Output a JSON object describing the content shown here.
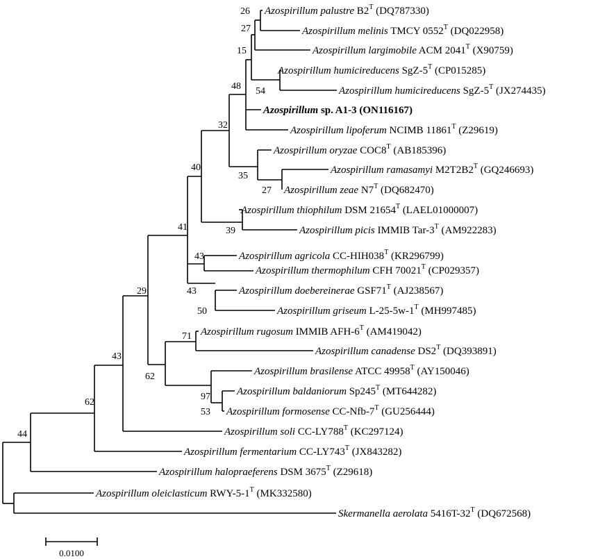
{
  "tree": {
    "taxa": [
      {
        "id": "t1",
        "genus": "Azospirillum",
        "species": "palustre",
        "strain": "B2",
        "type_strain": true,
        "accession": "(DQ787330)",
        "highlight": false
      },
      {
        "id": "t2",
        "genus": "Azospirillum",
        "species": "melinis",
        "strain": "TMCY 0552",
        "type_strain": true,
        "accession": "(DQ022958)",
        "highlight": false
      },
      {
        "id": "t3",
        "genus": "Azospirillum",
        "species": "largimobile",
        "strain": "ACM 2041",
        "type_strain": true,
        "accession": "(X90759)",
        "highlight": false
      },
      {
        "id": "t4",
        "genus": "Azospirillum",
        "species": "humicireducens",
        "strain": "SgZ-5",
        "type_strain": true,
        "accession": "(CP015285)",
        "highlight": false
      },
      {
        "id": "t5",
        "genus": "Azospirillum",
        "species": "humicireducens",
        "strain": "SgZ-5",
        "type_strain": true,
        "accession": "(JX274435)",
        "highlight": false
      },
      {
        "id": "t6",
        "genus": "Azospirillum",
        "species": "",
        "strain": "sp. A1-3",
        "type_strain": false,
        "accession": "(ON116167)",
        "highlight": true
      },
      {
        "id": "t7",
        "genus": "Azospirillum",
        "species": "lipoferum",
        "strain": "NCIMB 11861",
        "type_strain": true,
        "accession": "(Z29619)",
        "highlight": false
      },
      {
        "id": "t8",
        "genus": "Azospirillum",
        "species": "oryzae",
        "strain": "COC8",
        "type_strain": true,
        "accession": "(AB185396)",
        "highlight": false
      },
      {
        "id": "t9",
        "genus": "Azospirillum",
        "species": "ramasamyi",
        "strain": "M2T2B2",
        "type_strain": true,
        "accession": "(GQ246693)",
        "highlight": false
      },
      {
        "id": "t10",
        "genus": "Azospirillum",
        "species": "zeae",
        "strain": "N7",
        "type_strain": true,
        "accession": "(DQ682470)",
        "highlight": false
      },
      {
        "id": "t11",
        "genus": "Azospirillum",
        "species": "thiophilum",
        "strain": "DSM 21654",
        "type_strain": true,
        "accession": "(LAEL01000007)",
        "highlight": false
      },
      {
        "id": "t12",
        "genus": "Azospirillum",
        "species": "picis",
        "strain": "IMMIB Tar-3",
        "type_strain": true,
        "accession": "(AM922283)",
        "highlight": false
      },
      {
        "id": "t13",
        "genus": "Azospirillum",
        "species": "agricola",
        "strain": "CC-HIH038",
        "type_strain": true,
        "accession": "(KR296799)",
        "highlight": false
      },
      {
        "id": "t14",
        "genus": "Azospirillum",
        "species": "thermophilum",
        "strain": "CFH 70021",
        "type_strain": true,
        "accession": "(CP029357)",
        "highlight": false
      },
      {
        "id": "t15",
        "genus": "Azospirillum",
        "species": "doebereinerae",
        "strain": "GSF71",
        "type_strain": true,
        "accession": "(AJ238567)",
        "highlight": false
      },
      {
        "id": "t16",
        "genus": "Azospirillum",
        "species": "griseum",
        "strain": "L-25-5w-1",
        "type_strain": true,
        "accession": "(MH997485)",
        "highlight": false
      },
      {
        "id": "t17",
        "genus": "Azospirillum",
        "species": "rugosum",
        "strain": "IMMIB AFH-6",
        "type_strain": true,
        "accession": "(AM419042)",
        "highlight": false
      },
      {
        "id": "t18",
        "genus": "Azospirillum",
        "species": "canadense",
        "strain": "DS2",
        "type_strain": true,
        "accession": "(DQ393891)",
        "highlight": false
      },
      {
        "id": "t19",
        "genus": "Azospirillum",
        "species": "brasilense",
        "strain": "ATCC 49958",
        "type_strain": true,
        "accession": "(AY150046)",
        "highlight": false
      },
      {
        "id": "t20",
        "genus": "Azospirillum",
        "species": "baldaniorum",
        "strain": "Sp245",
        "type_strain": true,
        "accession": "(MT644282)",
        "highlight": false
      },
      {
        "id": "t21",
        "genus": "Azospirillum",
        "species": "formosense",
        "strain": "CC-Nfb-7",
        "type_strain": true,
        "accession": "(GU256444)",
        "highlight": false
      },
      {
        "id": "t22",
        "genus": "Azospirillum",
        "species": "soli",
        "strain": "CC-LY788",
        "type_strain": true,
        "accession": "(KC297124)",
        "highlight": false
      },
      {
        "id": "t23",
        "genus": "Azospirillum",
        "species": "fermentarium",
        "strain": "CC-LY743",
        "type_strain": true,
        "accession": "(JX843282)",
        "highlight": false
      },
      {
        "id": "t24",
        "genus": "Azospirillum",
        "species": "halopraeferens",
        "strain": "DSM 3675",
        "type_strain": true,
        "accession": "(Z29618)",
        "highlight": false
      },
      {
        "id": "t25",
        "genus": "Azospirillum",
        "species": "oleiclasticum",
        "strain": "RWY-5-1",
        "type_strain": true,
        "accession": "(MK332580)",
        "highlight": false
      },
      {
        "id": "t26",
        "genus": "Skermanella",
        "species": "aerolata",
        "strain": "5416T-32",
        "type_strain": true,
        "accession": "(DQ672568)",
        "highlight": false
      }
    ],
    "type_strain_mark": "T",
    "bootstrap_values": [
      "26",
      "27",
      "15",
      "54",
      "48",
      "32",
      "35",
      "27",
      "40",
      "39",
      "41",
      "43",
      "43",
      "50",
      "29",
      "71",
      "62",
      "97",
      "53",
      "43",
      "62",
      "44"
    ],
    "scale_bar": {
      "label": "0.0100"
    }
  }
}
